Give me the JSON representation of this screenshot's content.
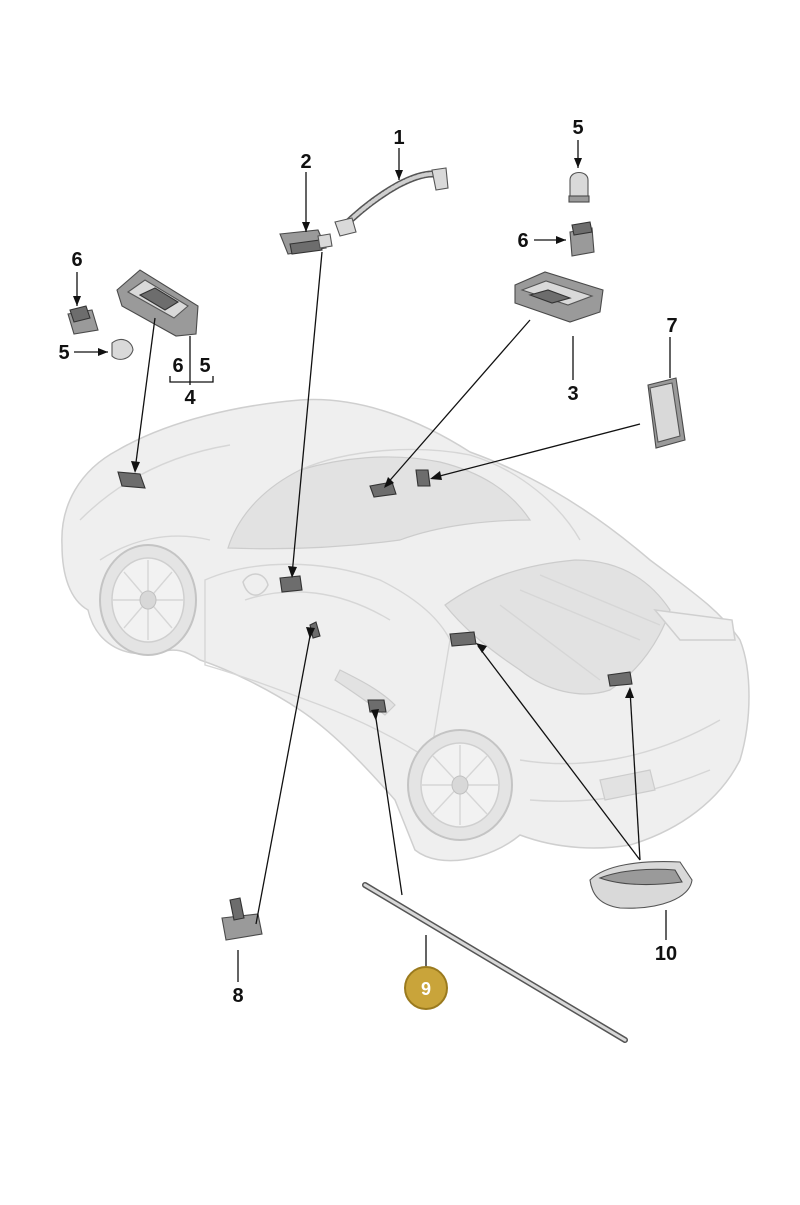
{
  "callouts": {
    "c1": "1",
    "c2": "2",
    "c3": "3",
    "c4": "4",
    "c5_top": "5",
    "c5_left": "5",
    "c5_sub": "5",
    "c6_top": "6",
    "c6_left": "6",
    "c6_sub": "6",
    "c7": "7",
    "c8": "8",
    "c9": "9",
    "c10": "10"
  },
  "colors": {
    "highlight_fill": "#c9a43a",
    "highlight_stroke": "#9a7a1e"
  }
}
